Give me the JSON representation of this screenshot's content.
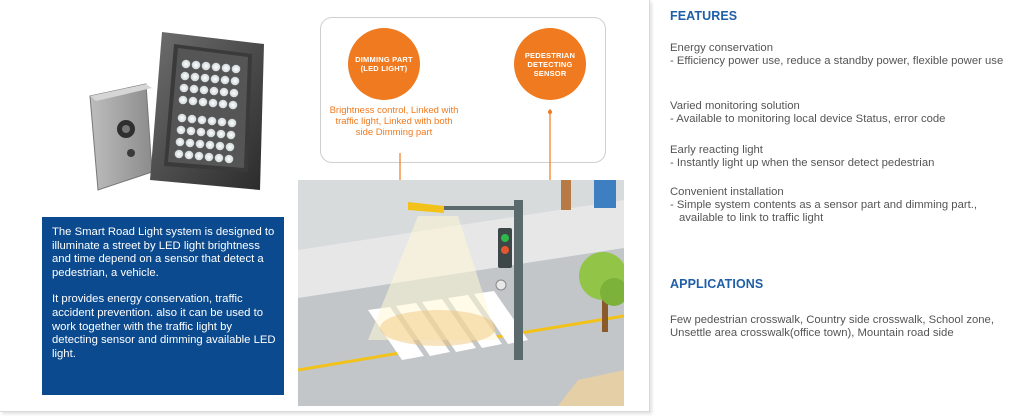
{
  "callout": {
    "dimming_label": "DIMMING PART (LED LIGHT)",
    "pedestrian_label": "PEDESTRIAN DETECTING SENSOR",
    "note": "Brightness control, Linked with traffic light, Linked with both side Dimming part"
  },
  "description": {
    "paragraph1": "The Smart Road Light system is designed to illuminate a street by LED light brightness and time depend on a sensor that detect a pedestrian, a vehicle.",
    "paragraph2": "It provides energy conservation, traffic accident prevention. also it can be used to work together with the traffic light by detecting sensor and dimming available LED light."
  },
  "features": {
    "heading": "FEATURES",
    "items": [
      {
        "title": "Energy conservation",
        "detail": "- Efficiency power use, reduce a standby power, flexible power use"
      },
      {
        "title": "Varied monitoring solution",
        "detail": "- Available to monitoring local device Status, error code"
      },
      {
        "title": "Early reacting light",
        "detail": "- Instantly light up when the sensor detect pedestrian"
      },
      {
        "title": "Convenient installation",
        "detail": "- Simple system contents as a sensor part and dimming part., available to link to traffic light"
      }
    ]
  },
  "applications": {
    "heading": "APPLICATIONS",
    "text": "Few pedestrian crosswalk, Country side crosswalk, School zone, Unsettle area crosswalk(office town), Mountain road side"
  },
  "colors": {
    "accent_orange": "#f07a1f",
    "heading_blue": "#1f5ea8",
    "box_blue": "#0b4a8e"
  }
}
